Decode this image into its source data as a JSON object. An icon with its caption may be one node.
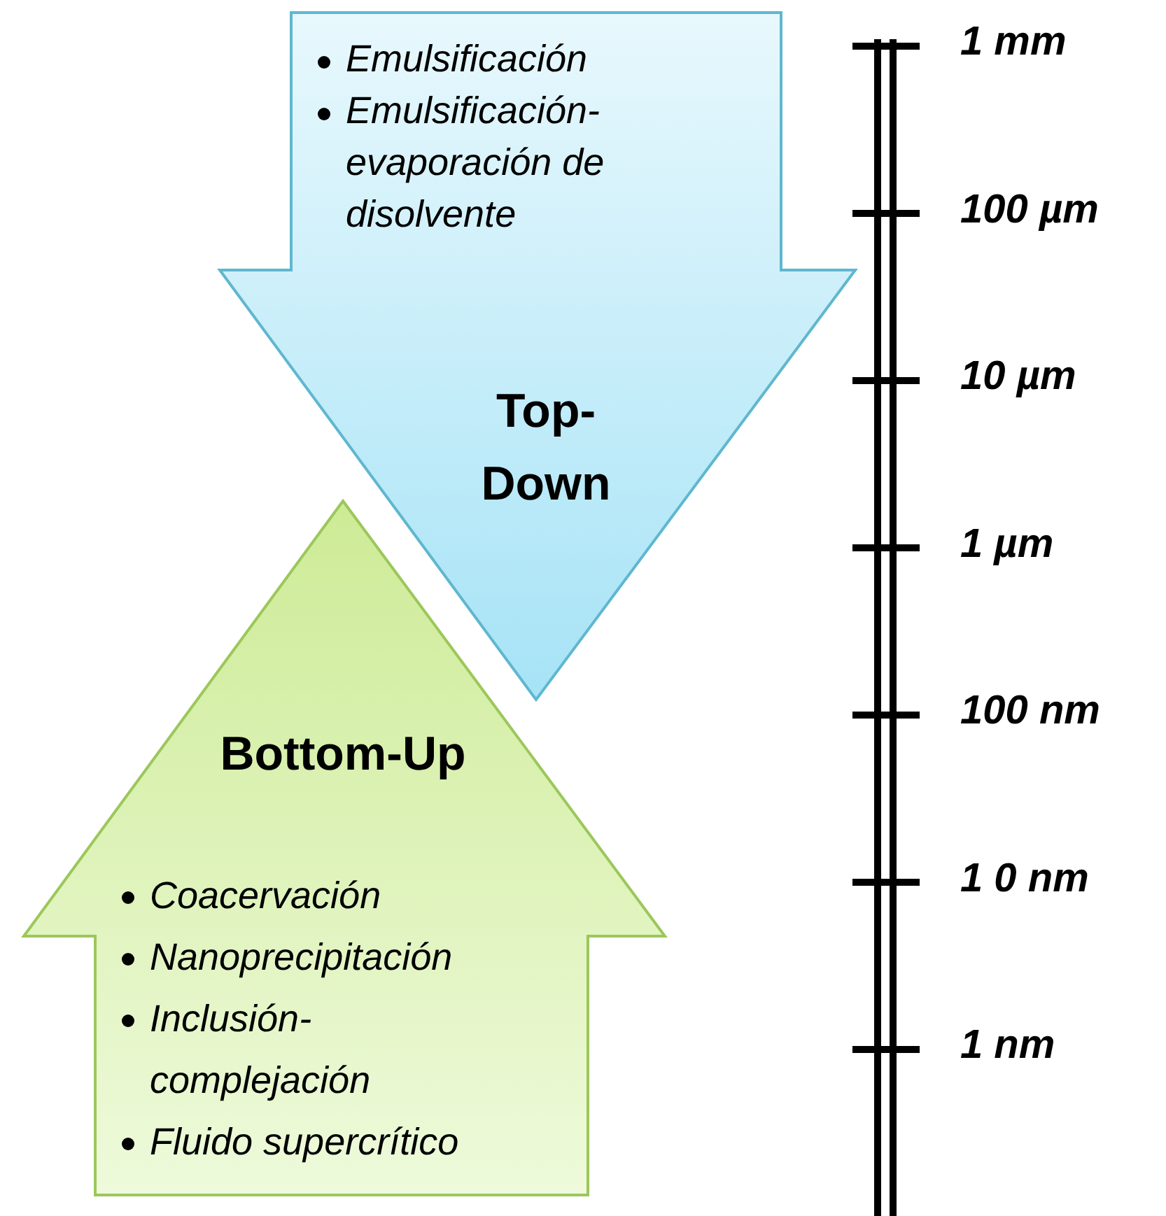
{
  "diagram": {
    "nodes": [
      {
        "text": [
          "Emulsificación",
          "Emulsificación- evaporación de disolvente",
          "Top-Down"
        ]
      },
      {
        "text": [
          "Bottom-Up",
          "Coacervación",
          "Nanoprecipitación",
          "Inclusión- complejación",
          "Fluido supercrítico"
        ]
      }
    ],
    "edges": [],
    "labels": [
      "1 mm",
      "100 µm",
      "10 µm",
      "1 µm",
      "100 nm",
      "1 0 nm",
      "1 nm"
    ]
  }
}
